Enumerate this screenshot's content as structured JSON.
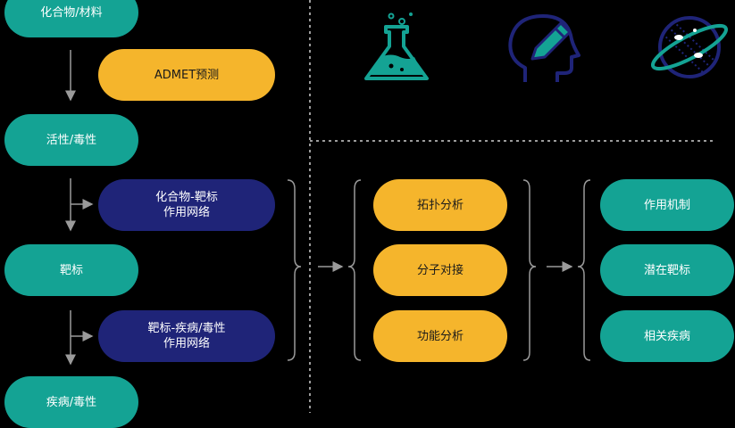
{
  "left": {
    "compound_material": "化合物/材料",
    "admet": "ADMET预测",
    "activity_toxicity": "活性/毒性",
    "compound_target_network": "化合物-靶标\n作用网络",
    "target": "靶标",
    "target_disease_network": "靶标-疾病/毒性\n作用网络",
    "disease_toxicity": "疾病/毒性"
  },
  "middle": {
    "items": [
      "拓扑分析",
      "分子对接",
      "功能分析"
    ]
  },
  "right": {
    "items": [
      "作用机制",
      "潜在靶标",
      "相关疾病"
    ]
  },
  "icons": [
    "flask-icon",
    "head-pencil-icon",
    "planet-icon"
  ],
  "colors": {
    "teal": "#14a394",
    "gold": "#f5b52c",
    "navy": "#1f2478",
    "background": "#000000",
    "line": "#9a9a9a"
  }
}
